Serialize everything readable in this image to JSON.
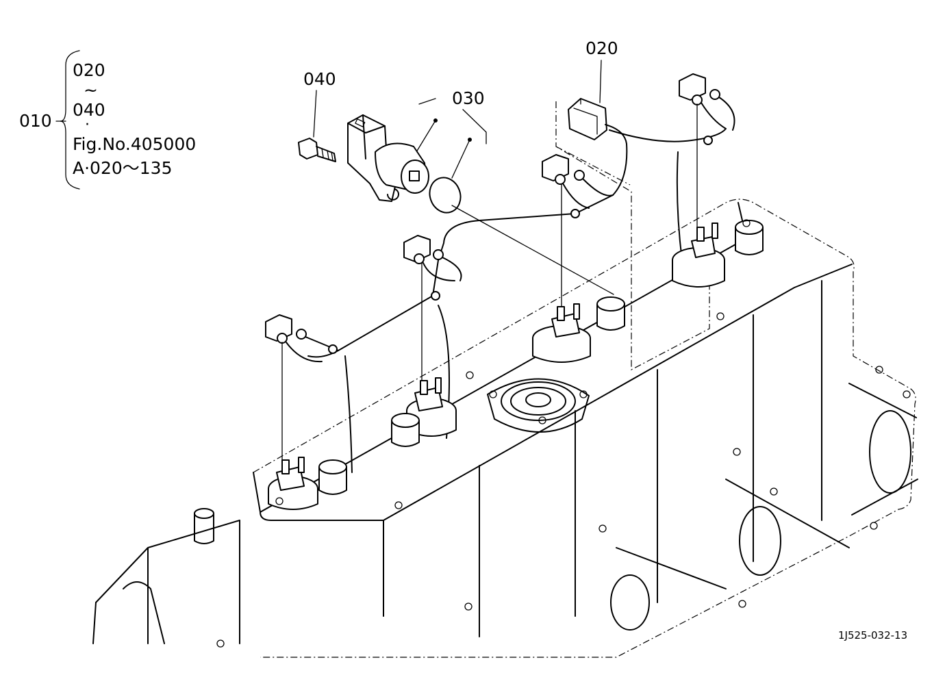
{
  "legend": {
    "group_label": "010",
    "from_part": "020",
    "range_mark": "~",
    "to_part": "040",
    "dot": "·",
    "fig_ref": "Fig.No.405000",
    "fig_range": "A·020〜135"
  },
  "callouts": {
    "bolt": "040",
    "sensor_kit": "030",
    "harness": "020"
  },
  "drawing_id": "1J525-032-13"
}
